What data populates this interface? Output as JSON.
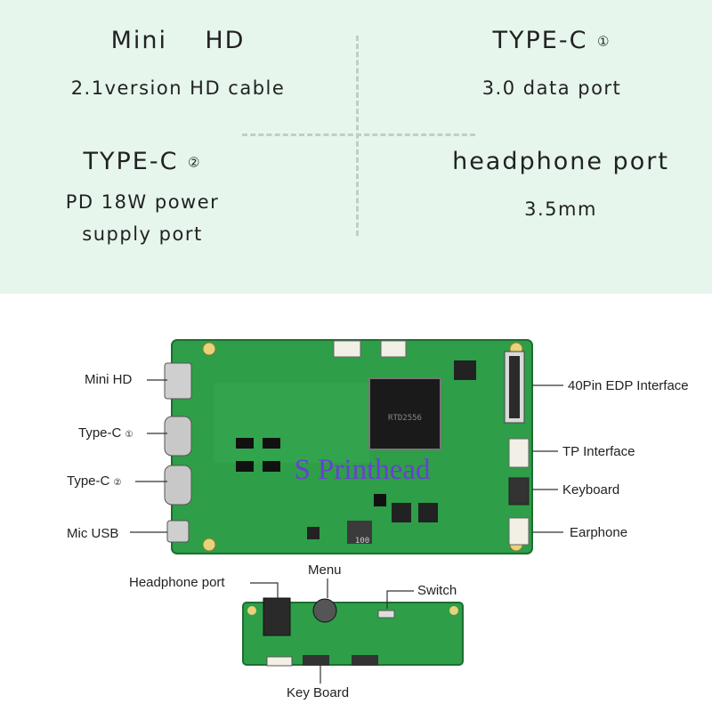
{
  "specs": [
    {
      "title": "Mini    HD",
      "circle": "",
      "desc": "2.1version HD cable"
    },
    {
      "title": "TYPE-C",
      "circle": "①",
      "desc": "3.0 data port"
    },
    {
      "title": "TYPE-C",
      "circle": "②",
      "desc_lines": [
        "PD 18W power",
        "supply port"
      ]
    },
    {
      "title": "headphone port",
      "circle": "",
      "desc": "3.5mm"
    }
  ],
  "board_left_labels": [
    {
      "text": "Mini HD",
      "circle": ""
    },
    {
      "text": "Type-C",
      "circle": "①"
    },
    {
      "text": "Type-C",
      "circle": "②"
    },
    {
      "text": "Mic USB",
      "circle": ""
    }
  ],
  "board_right_labels": [
    "40Pin EDP Interface",
    "TP Interface",
    "Keyboard",
    "Earphone"
  ],
  "keyboard_labels": {
    "headphone": "Headphone port",
    "menu": "Menu",
    "switch": "Switch",
    "keyboard": "Key Board"
  },
  "watermark": "S Printhead",
  "chip_text": "100",
  "colors": {
    "panel": "#e6f6ec",
    "board": "#2e9e48",
    "board_dark": "#1f7a35",
    "watermark": "#6a3fd6"
  }
}
